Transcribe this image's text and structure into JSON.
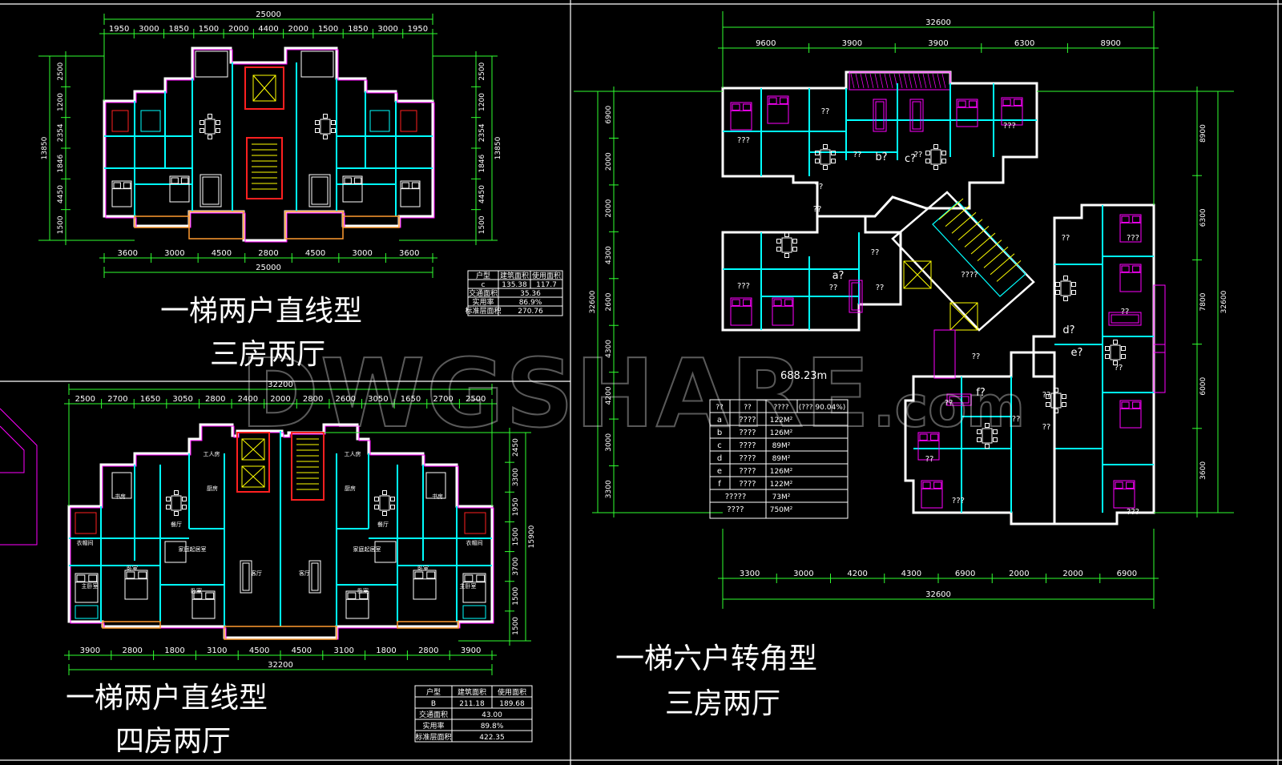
{
  "watermark": {
    "main": "DWGSHARE",
    "suffix": ".com"
  },
  "colors": {
    "wall": "#ffffff",
    "cyan": "#00ffff",
    "magenta": "#ff00ff",
    "red": "#ff2020",
    "yellow": "#ffff00",
    "green": "#30ff30",
    "orange": "#ff9a30"
  },
  "plan_a": {
    "title_line1": "一梯两户直线型",
    "title_line2": "三房两厅",
    "total_top": "25000",
    "total_bottom": "25000",
    "dims_top": [
      "1950",
      "3000",
      "1850",
      "1500",
      "2000",
      "4400",
      "2000",
      "1500",
      "1850",
      "3000",
      "1950"
    ],
    "dims_bottom": [
      "3600",
      "3000",
      "4500",
      "2800",
      "4500",
      "3000",
      "3600"
    ],
    "dims_left": [
      "2500",
      "1200",
      "2354",
      "1846",
      "4450",
      "1500"
    ],
    "dims_right": [
      "2500",
      "1200",
      "2354",
      "1846",
      "4450",
      "1500"
    ],
    "total_left": "13850",
    "total_right": "13850",
    "table": {
      "headers": [
        "户型",
        "建筑面积",
        "使用面积"
      ],
      "rows": [
        [
          "c",
          "135.38",
          "117.7"
        ],
        [
          "交通面积",
          "35.36",
          ""
        ],
        [
          "实用率",
          "86.9%",
          ""
        ],
        [
          "标准层面积",
          "270.76",
          ""
        ]
      ]
    }
  },
  "plan_b": {
    "title_line1": "一梯两户直线型",
    "title_line2": "四房两厅",
    "total_top": "32200",
    "total_bottom": "32200",
    "dims_top": [
      "2500",
      "2700",
      "1650",
      "3050",
      "2800",
      "2400",
      "2000",
      "2800",
      "2600",
      "3050",
      "1650",
      "2700",
      "2500"
    ],
    "dims_bottom": [
      "3900",
      "2800",
      "1800",
      "3100",
      "4500",
      "4500",
      "3100",
      "1800",
      "2800",
      "3900"
    ],
    "dims_right": [
      "2450",
      "3300",
      "1950",
      "1500",
      "3700",
      "1500",
      "1500"
    ],
    "total_right": "15900",
    "room_labels": [
      "工人房",
      "工人房",
      "厨房",
      "厨房",
      "餐厅",
      "餐厅",
      "书房",
      "书房",
      "衣帽间",
      "衣帽间",
      "卧室",
      "卧室",
      "家庭起居室",
      "家庭起居室",
      "客厅",
      "客厅",
      "卧室",
      "卧室",
      "主卧室",
      "主卧室"
    ],
    "table": {
      "headers": [
        "户型",
        "建筑面积",
        "使用面积"
      ],
      "rows": [
        [
          "B",
          "211.18",
          "189.68"
        ],
        [
          "交通面积",
          "43.00",
          ""
        ],
        [
          "实用率",
          "89.8%",
          ""
        ],
        [
          "标准层面积",
          "422.35",
          ""
        ]
      ]
    }
  },
  "plan_c": {
    "title_line1": "一梯六户转角型",
    "title_line2": "三房两厅",
    "total_top": "32600",
    "total_bottom": "32600",
    "dims_top": [
      "9600",
      "3900",
      "3900",
      "6300",
      "8900"
    ],
    "dims_bottom": [
      "3300",
      "3000",
      "4200",
      "4300",
      "6900",
      "2000",
      "2000",
      "6900"
    ],
    "dims_left": [
      "6900",
      "2000",
      "2000",
      "4300",
      "2600",
      "4300",
      "4200",
      "3000",
      "3300"
    ],
    "total_left": "32600",
    "dims_right": [
      "8900",
      "6300",
      "7800",
      "6000",
      "3600"
    ],
    "total_right": "32600",
    "area_label": "688.23m",
    "unit_labels": [
      "a?",
      "b?",
      "c?",
      "d?",
      "e?",
      "f?"
    ],
    "room_marks": [
      "??",
      "???",
      "????"
    ],
    "table": {
      "headers": [
        "??",
        "??",
        "????",
        "(??? 90.04%)"
      ],
      "rows": [
        [
          "a",
          "????",
          "122M²"
        ],
        [
          "b",
          "????",
          "126M²"
        ],
        [
          "c",
          "????",
          "89M²"
        ],
        [
          "d",
          "????",
          "89M²"
        ],
        [
          "e",
          "????",
          "126M²"
        ],
        [
          "f",
          "????",
          "122M²"
        ],
        [
          "?????",
          "",
          "73M²"
        ],
        [
          "????",
          "",
          "750M²"
        ]
      ]
    }
  }
}
